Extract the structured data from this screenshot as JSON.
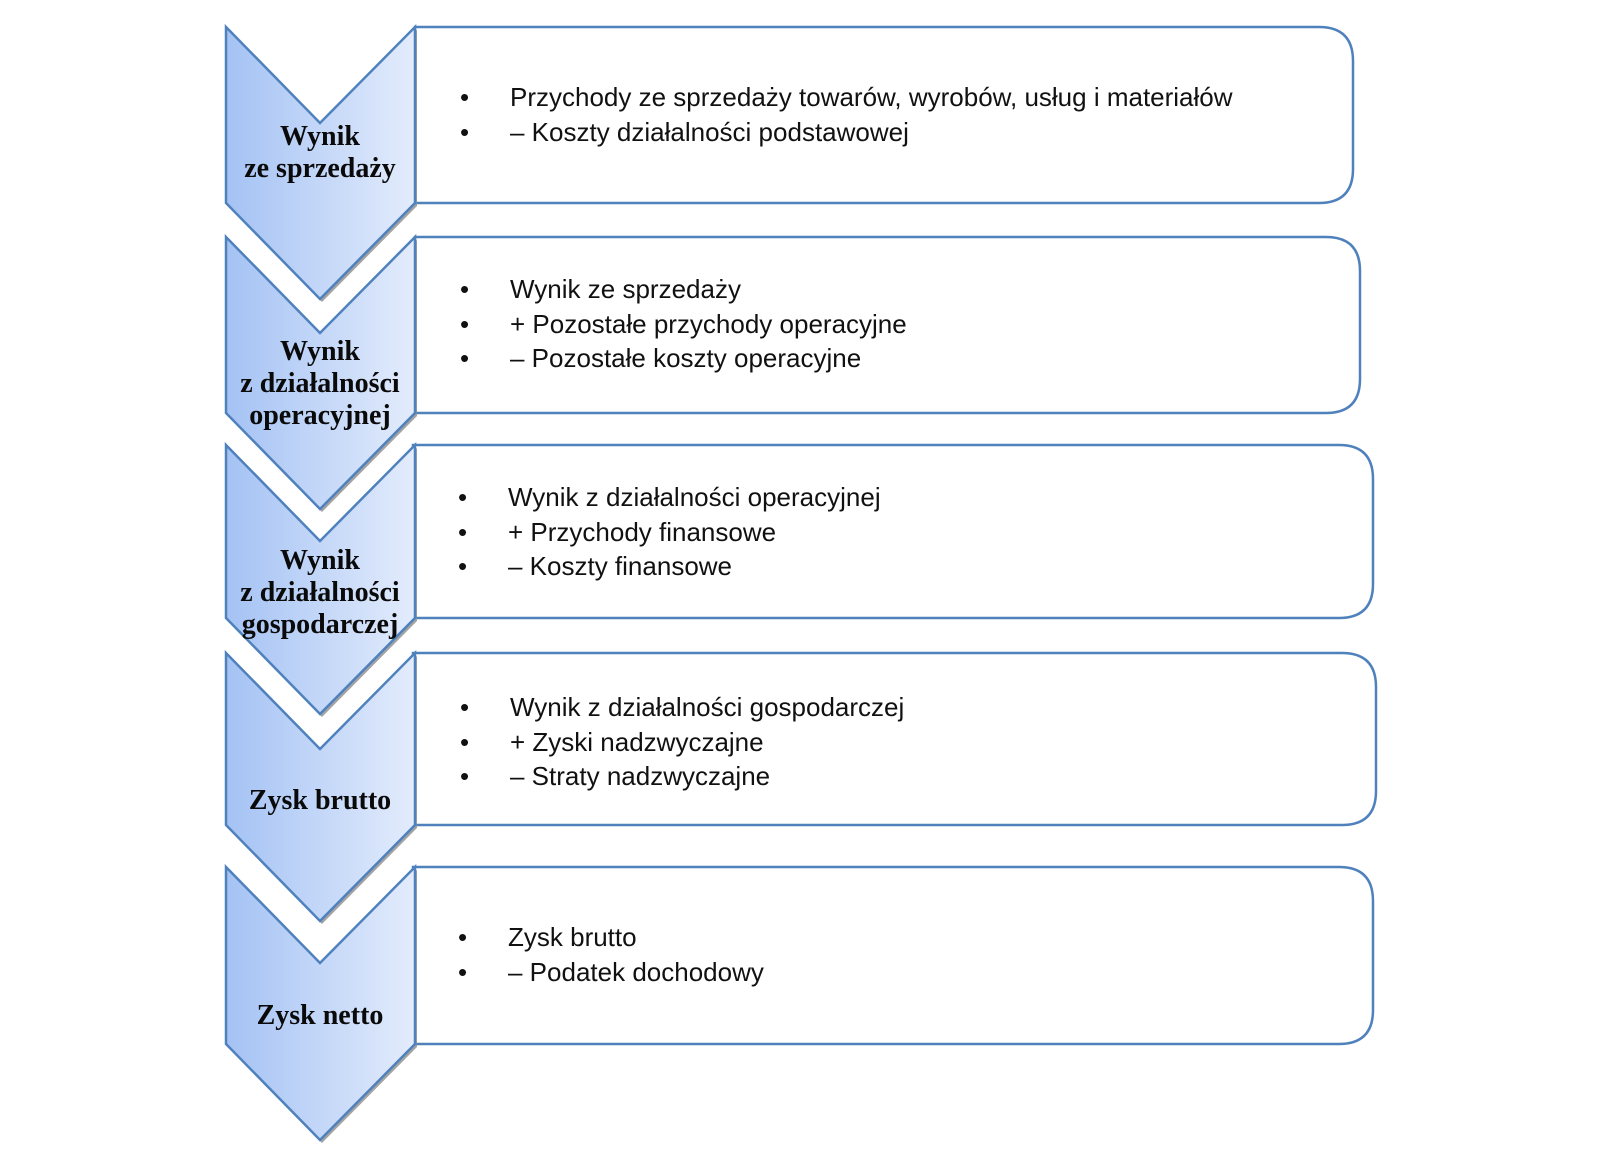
{
  "colors": {
    "outline": "#4f81bd",
    "fill_start": "#a4c2f4",
    "fill_end": "#e3ecfc",
    "shadow": "#8c8c8c"
  },
  "steps": [
    {
      "label_lines": [
        "Wynik",
        "ze sprzedaży"
      ],
      "items": [
        "Przychody ze sprzedaży towarów, wyrobów, usług i materiałów",
        "– Koszty działalności podstawowej"
      ]
    },
    {
      "label_lines": [
        "Wynik",
        "z działalności",
        "operacyjnej"
      ],
      "items": [
        "Wynik ze sprzedaży",
        "+ Pozostałe przychody operacyjne",
        "– Pozostałe koszty operacyjne"
      ]
    },
    {
      "label_lines": [
        "Wynik",
        "z działalności",
        "gospodarczej"
      ],
      "items": [
        "Wynik z działalności operacyjnej",
        "+ Przychody finansowe",
        "– Koszty finansowe"
      ]
    },
    {
      "label_lines": [
        "Zysk brutto"
      ],
      "items": [
        "Wynik z działalności gospodarczej",
        "+ Zyski nadzwyczajne",
        "– Straty nadzwyczajne"
      ]
    },
    {
      "label_lines": [
        "Zysk netto"
      ],
      "items": [
        "Zysk brutto",
        "– Podatek dochodowy"
      ]
    }
  ],
  "bullet_char": "•"
}
